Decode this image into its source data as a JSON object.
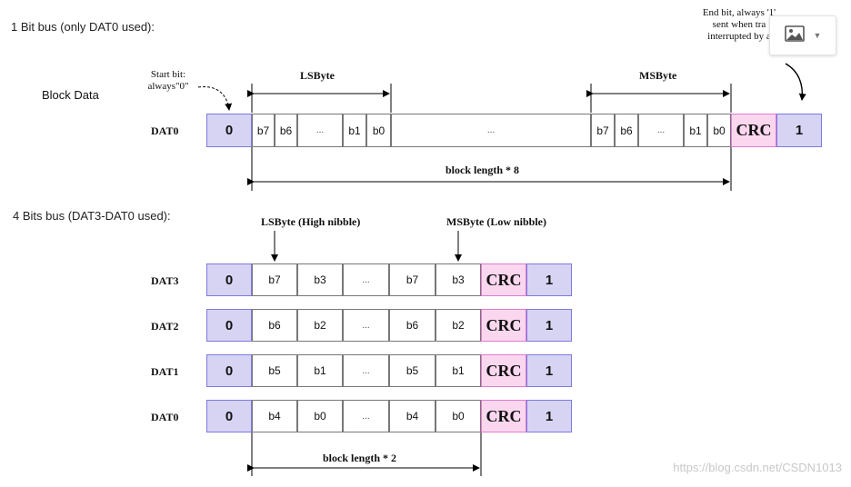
{
  "section1": {
    "title": "1 Bit bus (only DAT0 used):",
    "block_data_label": "Block Data",
    "start_bit_note": [
      "Start bit:",
      "always\"0\""
    ],
    "end_bit_note": [
      "End bit, always '1'",
      "sent when tra",
      "interrupted by a"
    ],
    "lsbyte_label": "LSByte",
    "msbyte_label": "MSByte",
    "row_label": "DAT0",
    "cells": [
      "0",
      "b7",
      "b6",
      "...",
      "b1",
      "b0",
      "...",
      "b7",
      "b6",
      "...",
      "b1",
      "b0",
      "CRC",
      "1"
    ],
    "block_length_label": "block length * 8"
  },
  "section2": {
    "title": "4 Bits bus (DAT3-DAT0 used):",
    "lsbyte_label": "LSByte (High nibble)",
    "msbyte_label": "MSByte (Low nibble)",
    "rows": [
      {
        "label": "DAT3",
        "cells": [
          "0",
          "b7",
          "b3",
          "...",
          "b7",
          "b3",
          "CRC",
          "1"
        ]
      },
      {
        "label": "DAT2",
        "cells": [
          "0",
          "b6",
          "b2",
          "...",
          "b6",
          "b2",
          "CRC",
          "1"
        ]
      },
      {
        "label": "DAT1",
        "cells": [
          "0",
          "b5",
          "b1",
          "...",
          "b5",
          "b1",
          "CRC",
          "1"
        ]
      },
      {
        "label": "DAT0",
        "cells": [
          "0",
          "b4",
          "b0",
          "...",
          "b4",
          "b0",
          "CRC",
          "1"
        ]
      }
    ],
    "block_length_label": "block length * 2"
  },
  "watermark": "https://blog.csdn.net/CSDN1013",
  "toolbar": {
    "icons": [
      "image-icon",
      "dropdown-caret-icon"
    ]
  }
}
